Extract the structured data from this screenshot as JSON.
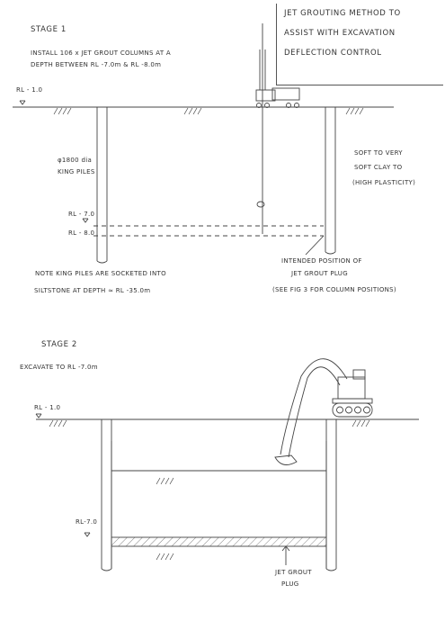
{
  "title": {
    "line1": "JET GROUTING METHOD TO",
    "line2": "ASSIST WITH EXCAVATION",
    "line3": "DEFLECTION CONTROL"
  },
  "stage1": {
    "heading": "STAGE 1",
    "note1": "INSTALL 106 x JET GROUT COLUMNS AT A",
    "note2": "DEPTH BETWEEN RL -7.0m & RL -8.0m",
    "rl_top": "RL - 1.0",
    "pile_label1": "φ1800 dia",
    "pile_label2": "KING PILES",
    "rl_7": "RL - 7.0",
    "rl_8": "RL - 8.0",
    "soil1": "SOFT TO VERY",
    "soil2": "SOFT CLAY TO",
    "soil3": "(HIGH PLASTICITY)",
    "plug1": "INTENDED POSITION OF",
    "plug2": "JET GROUT PLUG",
    "plug3": "(SEE FIG 3 FOR COLUMN POSITIONS)",
    "socket1": "NOTE KING PILES ARE SOCKETED INTO",
    "socket2": "SILTSTONE AT DEPTH ≈ RL -35.0m"
  },
  "stage2": {
    "heading": "STAGE 2",
    "note": "EXCAVATE TO RL -7.0m",
    "rl_top": "RL - 1.0",
    "rl_7": "RL-7.0",
    "plug1": "JET GROUT",
    "plug2": "PLUG"
  }
}
